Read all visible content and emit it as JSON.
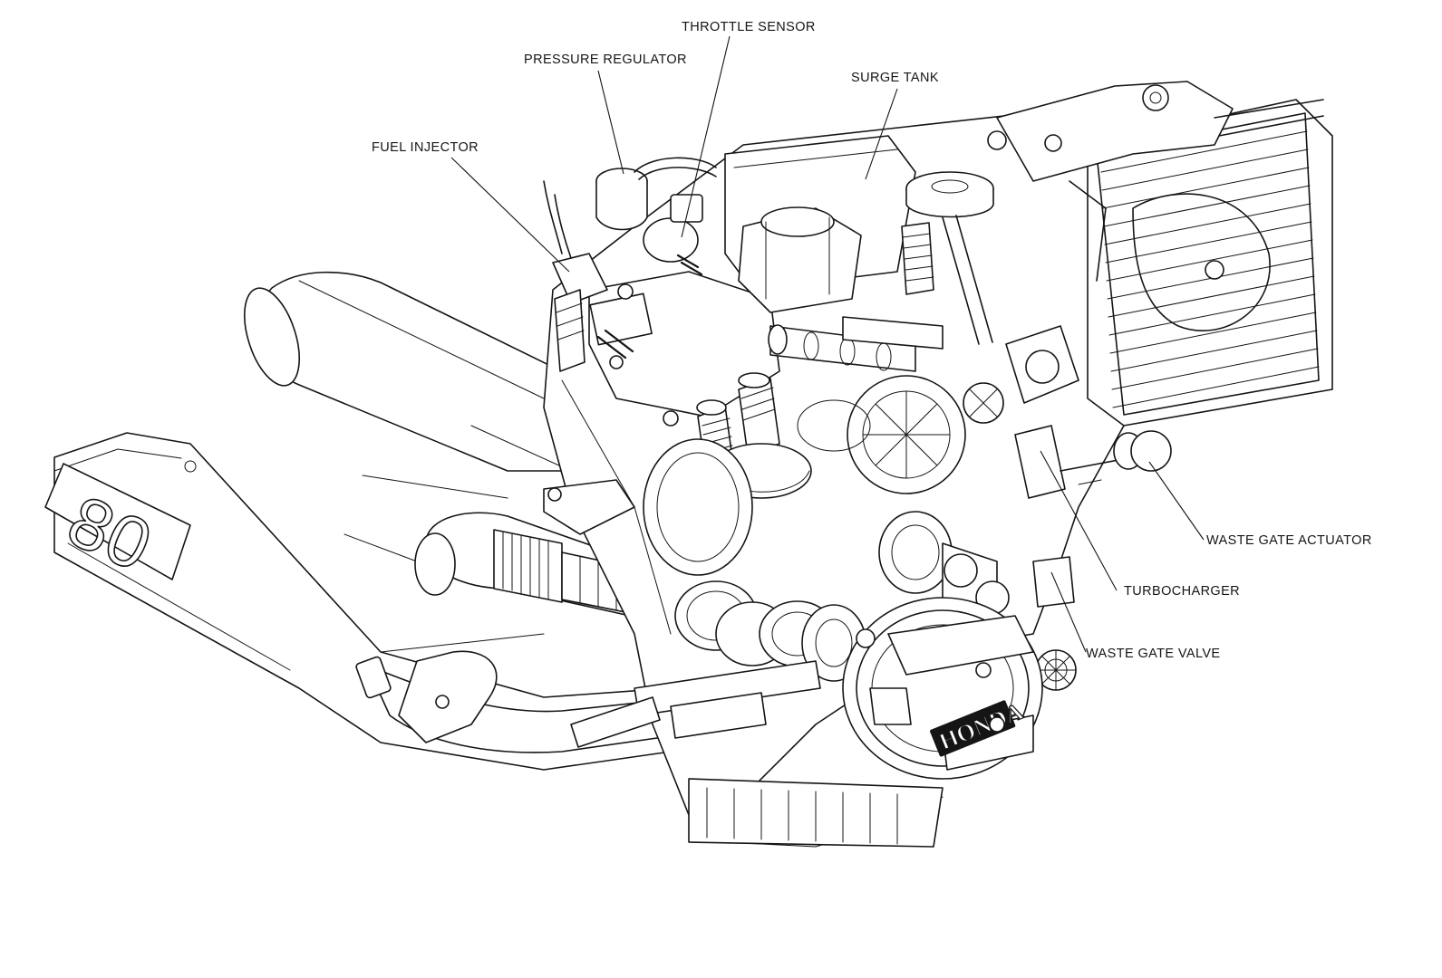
{
  "labels": {
    "throttle_sensor": "THROTTLE SENSOR",
    "pressure_regulator": "PRESSURE REGULATOR",
    "surge_tank": "SURGE TANK",
    "fuel_injector": "FUEL INJECTOR",
    "waste_gate_actuator": "WASTE GATE ACTUATOR",
    "turbocharger": "TURBOCHARGER",
    "waste_gate_valve": "WASTE GATE VALVE"
  },
  "markings": {
    "clutch_cover_emblem": "HONDA",
    "side_badge": "80"
  }
}
